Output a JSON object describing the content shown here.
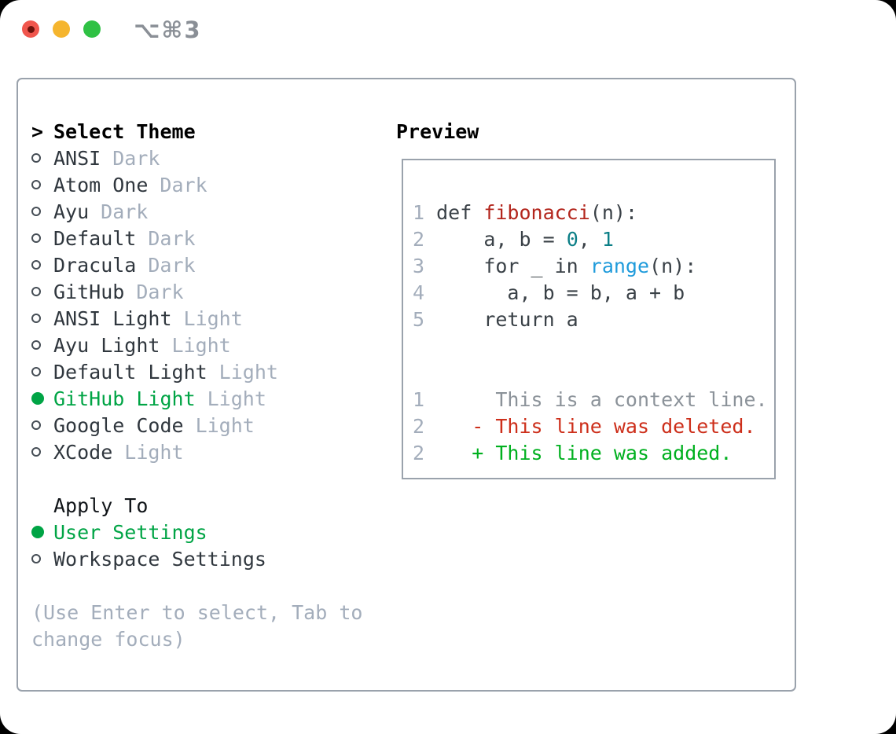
{
  "window": {
    "shortcut_label": "⌥⌘3",
    "traffic_lights": [
      "close",
      "minimize",
      "zoom"
    ]
  },
  "theme_panel": {
    "cursor": ">",
    "title": "Select Theme",
    "themes": [
      {
        "name": "ANSI",
        "variant": "Dark",
        "selected": false
      },
      {
        "name": "Atom One",
        "variant": "Dark",
        "selected": false
      },
      {
        "name": "Ayu",
        "variant": "Dark",
        "selected": false
      },
      {
        "name": "Default",
        "variant": "Dark",
        "selected": false
      },
      {
        "name": "Dracula",
        "variant": "Dark",
        "selected": false
      },
      {
        "name": "GitHub",
        "variant": "Dark",
        "selected": false
      },
      {
        "name": "ANSI Light",
        "variant": "Light",
        "selected": false
      },
      {
        "name": "Ayu Light",
        "variant": "Light",
        "selected": false
      },
      {
        "name": "Default Light",
        "variant": "Light",
        "selected": false
      },
      {
        "name": "GitHub Light",
        "variant": "Light",
        "selected": true
      },
      {
        "name": "Google Code",
        "variant": "Light",
        "selected": false
      },
      {
        "name": "XCode",
        "variant": "Light",
        "selected": false
      }
    ],
    "apply_to": {
      "title": "Apply To",
      "options": [
        {
          "name": "User Settings",
          "selected": true
        },
        {
          "name": "Workspace Settings",
          "selected": false
        }
      ]
    },
    "hint_lines": [
      "(Use Enter to select, Tab to",
      "change focus)"
    ]
  },
  "preview": {
    "title": "Preview",
    "code_lines": [
      [
        {
          "t": "1",
          "s": "num"
        },
        {
          "t": " def ",
          "s": "code"
        },
        {
          "t": "fibonacci",
          "s": "func"
        },
        {
          "t": "(n):",
          "s": "code"
        }
      ],
      [
        {
          "t": "2",
          "s": "num"
        },
        {
          "t": "     a, b = ",
          "s": "code"
        },
        {
          "t": "0",
          "s": "lit"
        },
        {
          "t": ", ",
          "s": "code"
        },
        {
          "t": "1",
          "s": "lit"
        }
      ],
      [
        {
          "t": "3",
          "s": "num"
        },
        {
          "t": "     for _ in ",
          "s": "code"
        },
        {
          "t": "range",
          "s": "builtin"
        },
        {
          "t": "(n):",
          "s": "code"
        }
      ],
      [
        {
          "t": "4",
          "s": "num"
        },
        {
          "t": "       a, b = b, a + b",
          "s": "code"
        }
      ],
      [
        {
          "t": "5",
          "s": "num"
        },
        {
          "t": "     return a",
          "s": "code"
        }
      ]
    ],
    "diff_lines": [
      [
        {
          "t": "1",
          "s": "num"
        },
        {
          "t": "      This is a context line.",
          "s": "ctx"
        }
      ],
      [
        {
          "t": "2",
          "s": "num"
        },
        {
          "t": "    - This line was deleted.",
          "s": "del"
        }
      ],
      [
        {
          "t": "2",
          "s": "num"
        },
        {
          "t": "    + This line was added.",
          "s": "add"
        }
      ]
    ]
  },
  "colors": {
    "selection_green": "#00a445",
    "added_green": "#00b01f",
    "deleted_red": "#cd2f1b",
    "function_red": "#b3261d",
    "literal_teal": "#0c7f87",
    "builtin_blue": "#1f9bdb",
    "muted_gray": "#a3adbb",
    "context_gray": "#8b9299",
    "text_dark": "#30373e",
    "border_gray": "#9aa2ac",
    "traffic_red": "#f0564d",
    "traffic_yellow": "#f5b52e",
    "traffic_green": "#2fc144"
  }
}
